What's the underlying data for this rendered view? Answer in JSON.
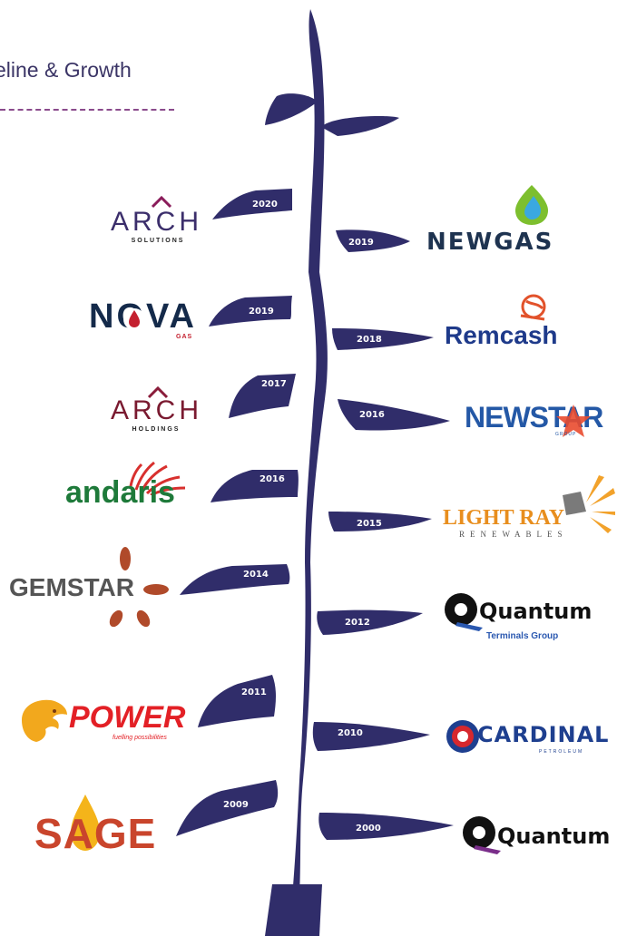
{
  "header": {
    "title": "eline & Growth"
  },
  "colors": {
    "stem": "#302d6a",
    "accent": "#8a4b8c",
    "heading": "#3b3566"
  },
  "timeline": {
    "left": [
      {
        "year": "2020",
        "company": "ARCH",
        "tagline": "SOLUTIONS"
      },
      {
        "year": "2019",
        "company": "NOVA",
        "tagline": "GAS"
      },
      {
        "year": "2017",
        "company": "ARCH",
        "tagline": "HOLDINGS"
      },
      {
        "year": "2016",
        "company": "andaris"
      },
      {
        "year": "2014",
        "company": "GEMSTAR"
      },
      {
        "year": "2011",
        "company": "POWER",
        "tagline": "fuelling possibilities"
      },
      {
        "year": "2009",
        "company": "SAGE"
      }
    ],
    "right": [
      {
        "year": "2019",
        "company": "NEWGAS"
      },
      {
        "year": "2018",
        "company": "Remcash"
      },
      {
        "year": "2016",
        "company": "NEWSTAR",
        "tagline": "GROUP"
      },
      {
        "year": "2015",
        "company": "LIGHT RAY",
        "tagline": "RENEWABLES"
      },
      {
        "year": "2012",
        "company": "Quantum",
        "tagline": "Terminals Group"
      },
      {
        "year": "2010",
        "company": "CARDINAL",
        "tagline": "PETROLEUM"
      },
      {
        "year": "2000",
        "company": "Quantum"
      }
    ]
  }
}
